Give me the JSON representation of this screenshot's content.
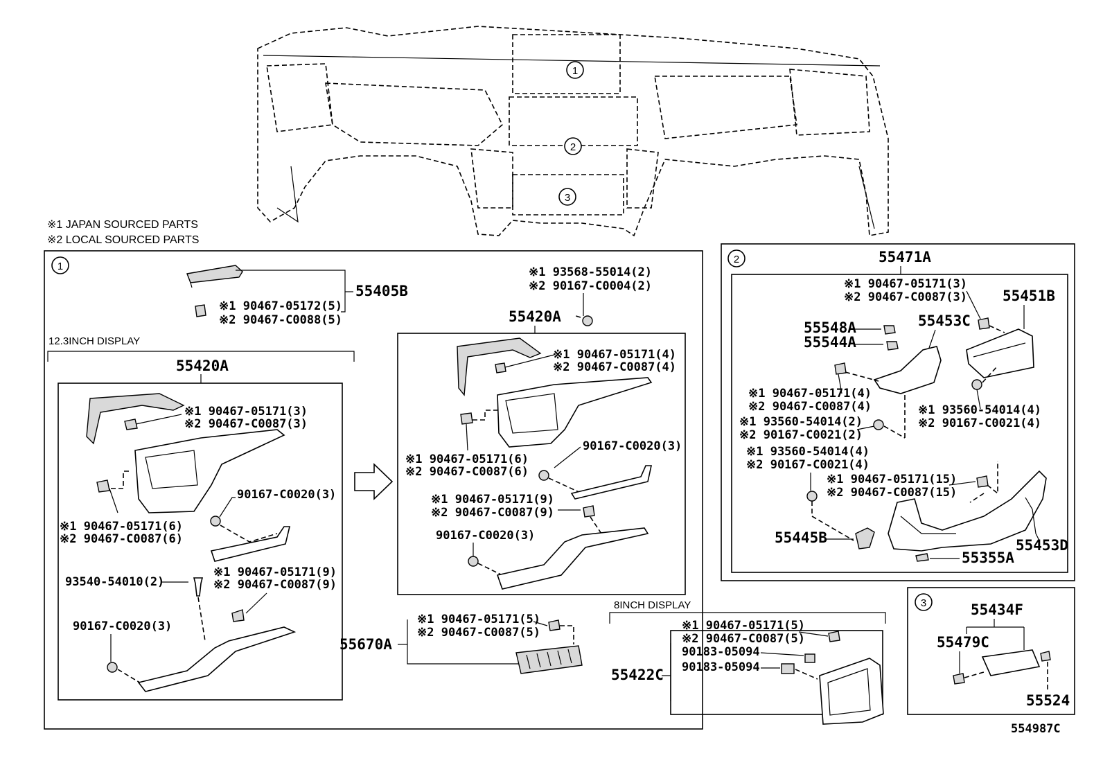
{
  "notes": {
    "japan": "※1 JAPAN SOURCED PARTS",
    "local": "※2 LOCAL SOURCED PARTS"
  },
  "circles": {
    "c1": "1",
    "c2": "2",
    "c3": "3"
  },
  "panel1": {
    "label_55405B": "55405B",
    "clip_55405B_1": "※1 90467-05172(5)",
    "clip_55405B_2": "※2 90467-C0088(5)",
    "heading_12": "12.3INCH DISPLAY",
    "left": {
      "title": "55420A",
      "clip_a1": "※1 90467-05171(3)",
      "clip_a2": "※2 90467-C0087(3)",
      "clip_b1": "※1 90467-05171(6)",
      "clip_b2": "※2 90467-C0087(6)",
      "screw_a": "90167-C0020(3)",
      "clip_c1": "※1 90467-05171(9)",
      "clip_c2": "※2 90467-C0087(9)",
      "screw_93540": "93540-54010(2)",
      "screw_b": "90167-C0020(3)"
    },
    "right": {
      "title": "55420A",
      "top_1": "※1 93568-55014(2)",
      "top_2": "※2 90167-C0004(2)",
      "clip_a1": "※1 90467-05171(4)",
      "clip_a2": "※2 90467-C0087(4)",
      "clip_b1": "※1 90467-05171(6)",
      "clip_b2": "※2 90467-C0087(6)",
      "screw_a": "90167-C0020(3)",
      "clip_c1": "※1 90467-05171(9)",
      "clip_c2": "※2 90467-C0087(9)",
      "screw_b": "90167-C0020(3)"
    },
    "vent": {
      "label": "55670A",
      "clip1": "※1 90467-05171(5)",
      "clip2": "※2 90467-C0087(5)"
    },
    "heading_8": "8INCH DISPLAY",
    "display8": {
      "label": "55422C",
      "clip1": "※1 90467-05171(5)",
      "clip2": "※2 90467-C0087(5)",
      "nut1": "90183-05094",
      "nut2": "90183-05094"
    }
  },
  "panel2": {
    "title": "55471A",
    "clip_a1": "※1 90467-05171(3)",
    "clip_a2": "※2 90467-C0087(3)",
    "p55451B": "55451B",
    "p55548A": "55548A",
    "p55544A": "55544A",
    "p55453C": "55453C",
    "clip_b1": "※1 90467-05171(4)",
    "clip_b2": "※2 90467-C0087(4)",
    "scr_a1": "※1 93560-54014(2)",
    "scr_a2": "※2 90167-C0021(2)",
    "scr_b1": "※1 93560-54014(4)",
    "scr_b2": "※2 90167-C0021(4)",
    "scr_c1": "※1 93560-54014(4)",
    "scr_c2": "※2 90167-C0021(4)",
    "clip_c1": "※1 90467-05171(15)",
    "clip_c2": "※2 90467-C0087(15)",
    "p55445B": "55445B",
    "p55453D": "55453D",
    "p55355A": "55355A"
  },
  "panel3": {
    "title": "55434F",
    "p55479C": "55479C",
    "p55524": "55524"
  },
  "code": "554987C"
}
